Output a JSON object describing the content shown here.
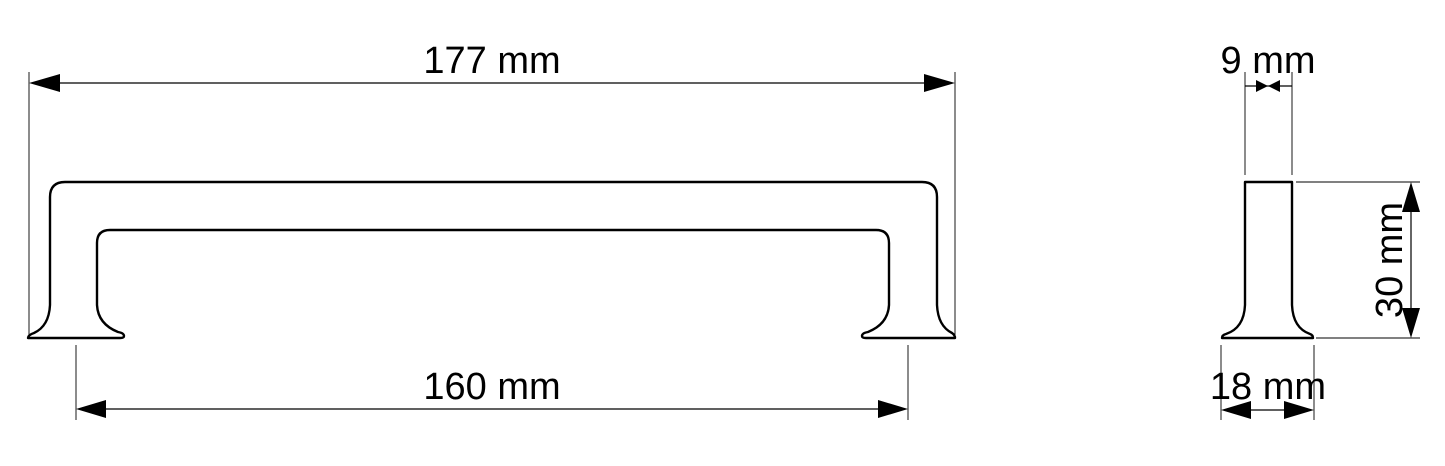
{
  "drawing": {
    "dimensions": {
      "overall_length": "177 mm",
      "hole_spacing": "160 mm",
      "bar_width": "9 mm",
      "height": "30 mm",
      "base_width": "18 mm"
    }
  }
}
